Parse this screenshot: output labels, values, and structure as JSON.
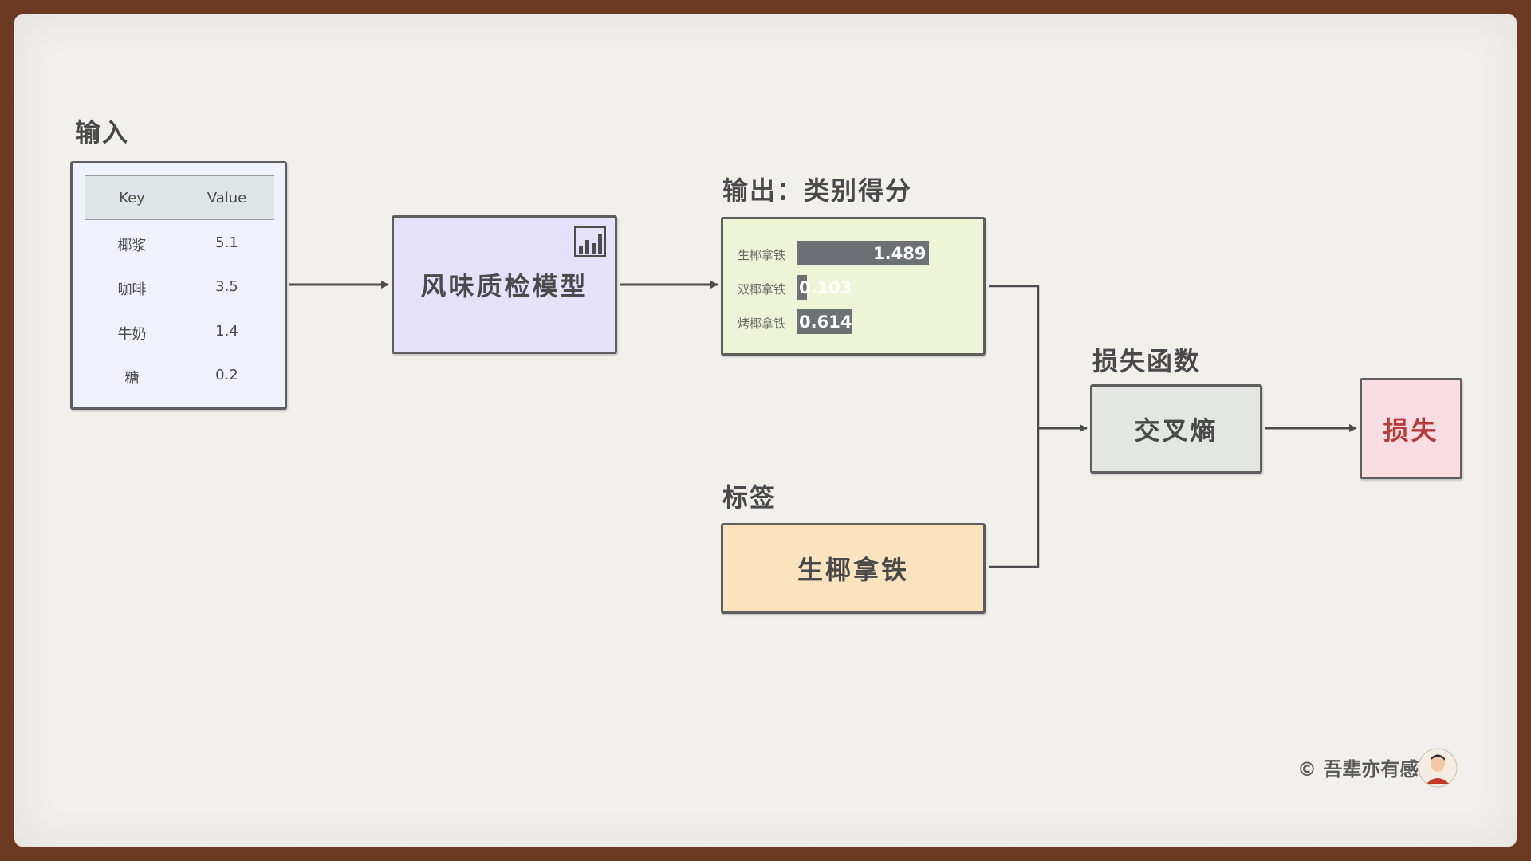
{
  "headings": {
    "input": "输入",
    "output": "输出：类别得分",
    "label": "标签",
    "loss_function": "损失函数"
  },
  "input_table": {
    "headers": [
      "Key",
      "Value"
    ],
    "rows": [
      {
        "key": "椰浆",
        "value": "5.1"
      },
      {
        "key": "咖啡",
        "value": "3.5"
      },
      {
        "key": "牛奶",
        "value": "1.4"
      },
      {
        "key": "糖",
        "value": "0.2"
      }
    ]
  },
  "model": {
    "label": "风味质检模型",
    "icon": "bar-chart-icon"
  },
  "scores": [
    {
      "name": "生椰拿铁",
      "value": "1.489",
      "fraction": 0.81
    },
    {
      "name": "双椰拿铁",
      "value": "0.103",
      "fraction": 0.06
    },
    {
      "name": "烤椰拿铁",
      "value": "0.614",
      "fraction": 0.34
    }
  ],
  "label_box": {
    "text": "生椰拿铁"
  },
  "cross_entropy": {
    "text": "交叉熵"
  },
  "loss": {
    "text": "损失"
  },
  "copyright": "© 吾辈亦有感",
  "colors": {
    "input_fill": "#eff2fa",
    "model_fill": "#e6e1fb",
    "output_fill": "#eef5d6",
    "label_fill": "#fbe3c0",
    "ce_fill": "#e3e6e3",
    "loss_fill": "#f9dde2",
    "loss_text": "#b83a3a",
    "bar": "#6d7175",
    "frame": "#6b3a22"
  }
}
